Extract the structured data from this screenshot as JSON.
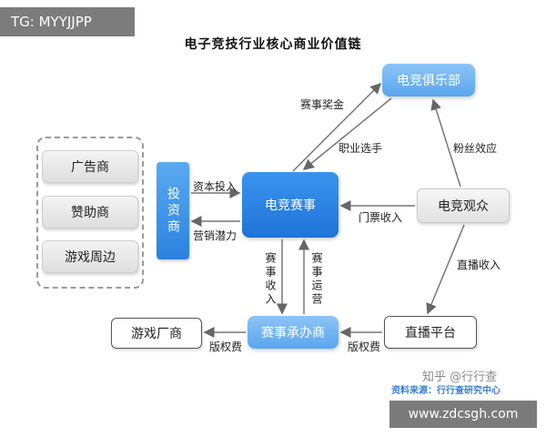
{
  "watermark_tag": "TG: MYYJJPP",
  "title": "电子竞技行业核心商业价值链",
  "left_group": [
    "广告商",
    "赞助商",
    "游戏周边"
  ],
  "investor": "投资商",
  "core": "电竞赛事",
  "club": "电竞俱乐部",
  "audience": "电竞观众",
  "organizer": "赛事承办商",
  "live_platform": "直播平台",
  "game_maker": "游戏厂商",
  "edge_labels": {
    "prize": "赛事奖金",
    "pro_players": "职业选手",
    "fan_effect": "粉丝效应",
    "capital_in": "资本投入",
    "marketing": "营销潜力",
    "ticket": "门票收入",
    "event_income": "赛事收入",
    "event_ops": "赛事运营",
    "live_income": "直播收入",
    "copyright_left": "版权费",
    "copyright_right": "版权费"
  },
  "zhihu_mark": "知乎 @行行查",
  "source": "资料来源：行行查研究中心",
  "site_url": "www.zdcsgh.com"
}
